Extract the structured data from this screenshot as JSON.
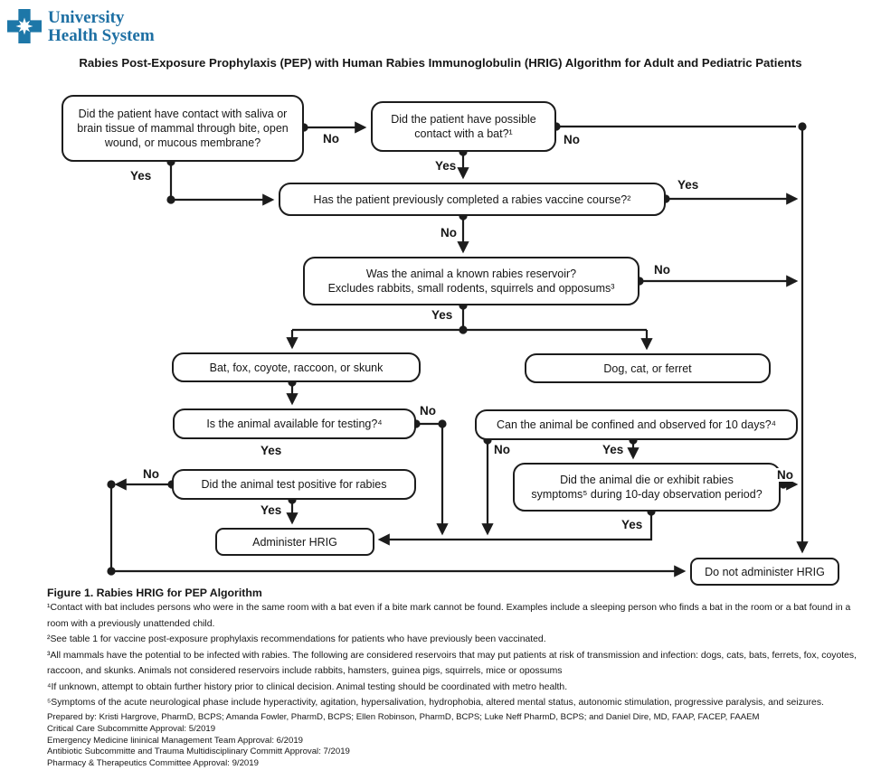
{
  "colors": {
    "brand_blue": "#1d77a8",
    "line_black": "#1c1c1c"
  },
  "logo": {
    "line1": "University",
    "line2": "Health System"
  },
  "title": "Rabies Post-Exposure Prophylaxis (PEP) with Human Rabies Immunoglobulin (HRIG) Algorithm for Adult and Pediatric Patients",
  "flow": {
    "nodes": {
      "contact_saliva": "Did the patient have contact with saliva or brain tissue of mammal through bite, open wound, or mucous membrane?",
      "bat_contact": "Did the patient have possible contact with a bat?¹",
      "vaccine_course": "Has the patient previously completed a rabies vaccine course?²",
      "reservoir_q": "Was the animal a known rabies reservoir?",
      "reservoir_note": "Excludes rabbits, small rodents, squirrels and opposums³",
      "wild_group": "Bat, fox, coyote, raccoon, or skunk",
      "domestic_group": "Dog, cat, or ferret",
      "testing_q": "Is the animal available for testing?⁴",
      "confine_q": "Can the animal be confined and observed for 10 days?⁴",
      "positive_q": "Did the animal test positive for rabies",
      "die_q_line1": "Did the animal die or exhibit rabies",
      "die_q_line2": "symptoms⁵ during 10-day observation period?",
      "administer": "Administer HRIG",
      "do_not_administer": "Do not administer HRIG"
    },
    "labels": {
      "yes": "Yes",
      "no": "No"
    }
  },
  "caption": "Figure 1. Rabies HRIG for PEP Algorithm",
  "footnotes": [
    "¹Contact with bat includes persons who were in the same room with a bat even if a bite mark cannot be found. Examples include a sleeping person who finds a bat in the room or a bat found in a room with a previously unattended child.",
    "²See table 1 for vaccine post-exposure prophylaxis recommendations for patients who have previously been vaccinated.",
    "³All mammals have the potential to be infected with rabies. The following are considered reservoirs that may put patients at risk of transmission and infection: dogs, cats, bats, ferrets, fox, coyotes, raccoon, and skunks. Animals not considered reservoirs include rabbits, hamsters, guinea pigs, squirrels, mice or opossums",
    "⁴If unknown, attempt to obtain further history prior to clinical decision. Animal testing should be coordinated with metro health.",
    "⁵Symptoms of the acute neurological phase include hyperactivity, agitation, hypersalivation, hydrophobia, altered mental status, autonomic stimulation, progressive paralysis, and seizures."
  ],
  "prepared": [
    "Prepared by: Kristi Hargrove, PharmD, BCPS; Amanda Fowler, PharmD, BCPS; Ellen Robinson, PharmD, BCPS; Luke Neff PharmD, BCPS; and Daniel Dire, MD, FAAP, FACEP, FAAEM",
    "Critical Care Subcommitte   Approval: 5/2019",
    "Emergency Medicine   lininical Management Team Approval: 6/2019",
    "Antibiotic Subcommitte   and Trauma Multidisciplinary Committ    Approval: 7/2019",
    "Pharmacy & Therapeutics Committee Approval: 9/2019"
  ]
}
